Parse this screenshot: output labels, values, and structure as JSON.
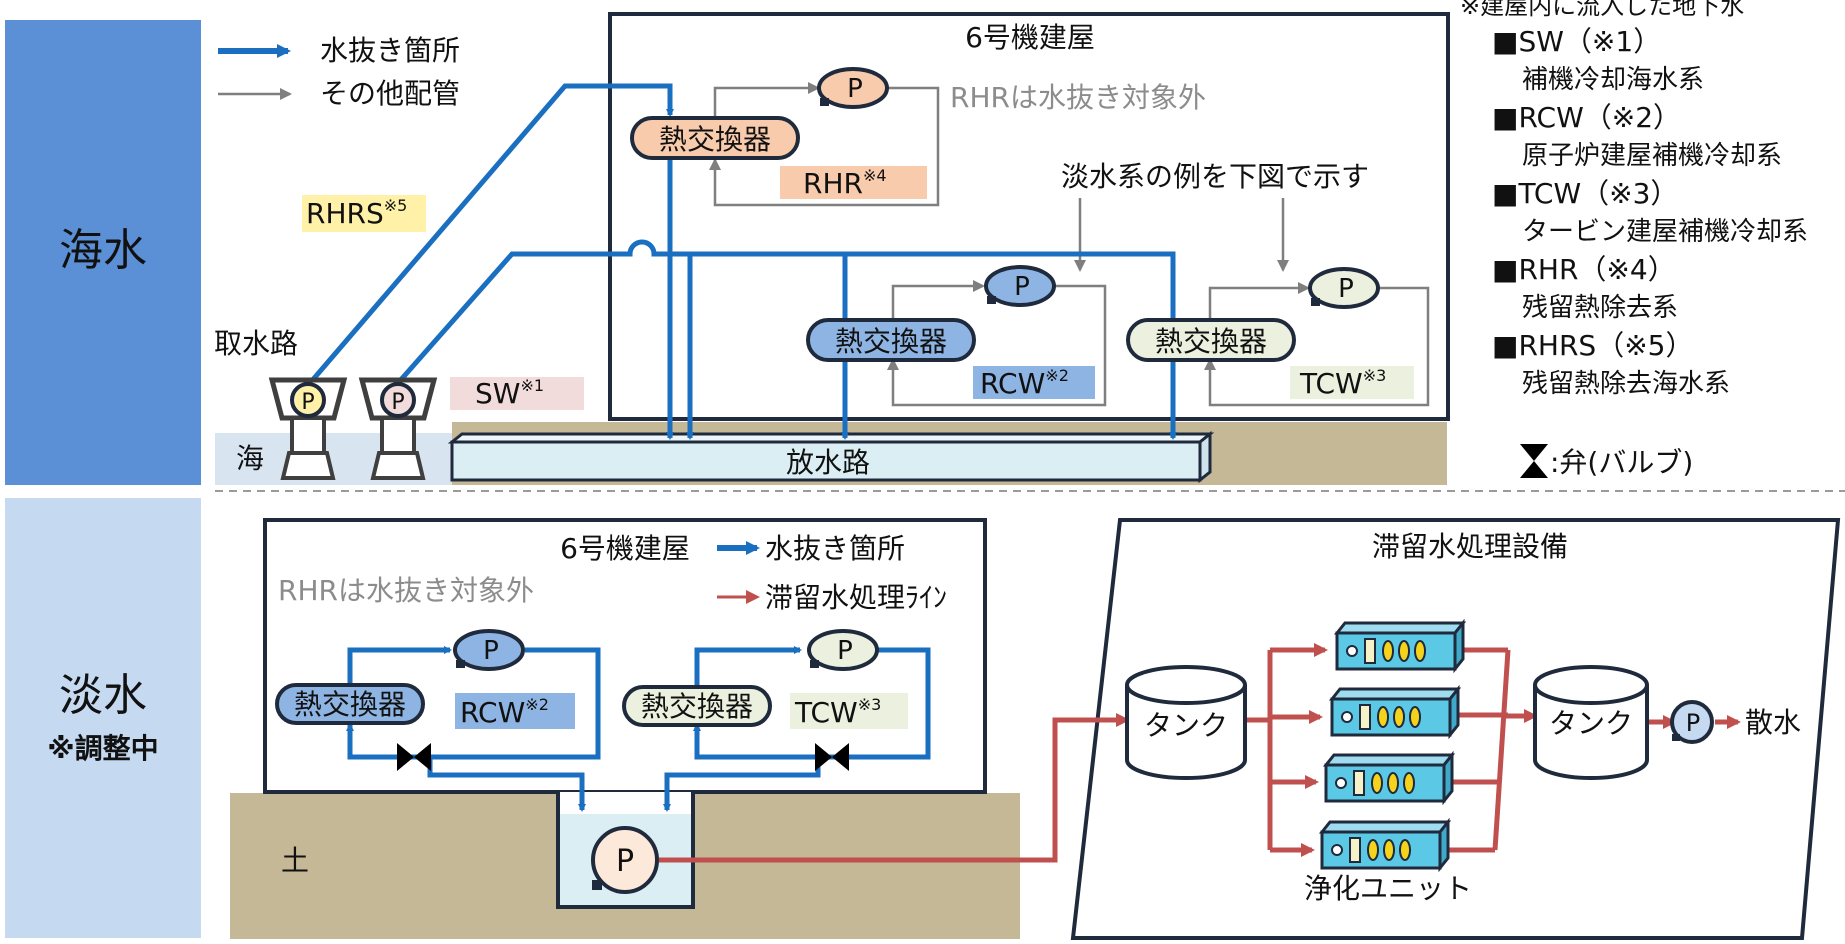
{
  "colors": {
    "blue_pipe": "#1a6fc1",
    "gray_pipe": "#7f7f7f",
    "red_line": "#c0504d",
    "sea_band": "#5b8fd6",
    "fresh_band": "#c5d9f1",
    "soil": "#c4b896",
    "sea_water": "#d9e4f1",
    "outfall": "#dbeef4",
    "hx_orange": "#f8cbad",
    "hx_blue": "#8eb4e3",
    "hx_cream": "#ebf1de",
    "pump_yellow": "#fff2a8",
    "pump_pink": "#f2dcdb",
    "label_rhrs": "#fff2a8",
    "label_sw": "#f2dcdb",
    "label_rhr": "#f8cbad",
    "label_rcw": "#8eb4e3",
    "label_tcw": "#ebf1de",
    "unit_cyan": "#5bc8e6",
    "unit_yellow": "#f5d31c"
  },
  "sea_section": {
    "band_label": "海水",
    "legend": {
      "drain_label": "水抜き箇所",
      "other_label": "その他配管"
    },
    "building_title": "6号機建屋",
    "rhr_excluded": "RHRは水抜き対象外",
    "freshwater_example": "淡水系の例を下図で示す",
    "intake_label": "取水路",
    "sea_label": "海",
    "outfall_label": "放水路",
    "heat_exchanger": "熱交換器",
    "pump": "P",
    "rhrs_label": "RHRS",
    "rhrs_note": "※5",
    "sw_label": "SW",
    "sw_note": "※1",
    "rhr_label": "RHR",
    "rhr_note": "※4",
    "rcw_label": "RCW",
    "rcw_note": "※2",
    "tcw_label": "TCW",
    "tcw_note": "※3"
  },
  "notes": {
    "header": "※建屋内に流入した地下水",
    "items": [
      {
        "name": "■SW（※1）",
        "desc": "補機冷却海水系"
      },
      {
        "name": "■RCW（※2）",
        "desc": "原子炉建屋補機冷却系"
      },
      {
        "name": "■TCW（※3）",
        "desc": "タービン建屋補機冷却系"
      },
      {
        "name": "■RHR（※4）",
        "desc": "残留熱除去系"
      },
      {
        "name": "■RHRS（※5）",
        "desc": "残留熱除去海水系"
      }
    ],
    "valve_legend": ":弁(バルブ)"
  },
  "fresh_section": {
    "band_label": "淡水",
    "band_sub": "※調整中",
    "building_title": "6号機建屋",
    "legend_drain": "水抜き箇所",
    "legend_treatment": "滞留水処理ﾗｲﾝ",
    "rhr_excluded": "RHRは水抜き対象外",
    "heat_exchanger": "熱交換器",
    "pump": "P",
    "rcw_label": "RCW",
    "rcw_note": "※2",
    "tcw_label": "TCW",
    "tcw_note": "※3",
    "soil_label": "土",
    "facility_title": "滞留水処理設備",
    "tank_label": "タンク",
    "unit_label": "浄化ユニット",
    "spray_label": "散水"
  }
}
